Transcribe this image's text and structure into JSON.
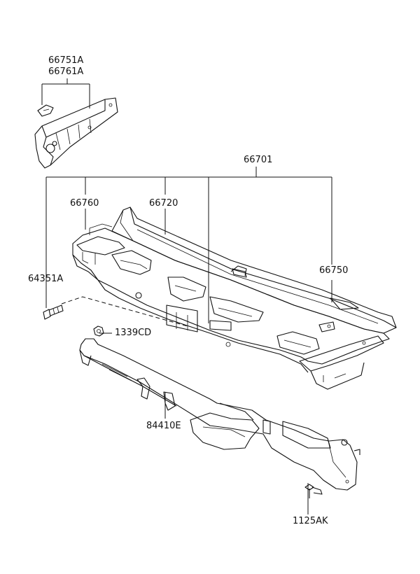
{
  "labels": {
    "bracket_a": "66751A",
    "bracket_b": "66761A",
    "cowl_assy": "66701",
    "cowl_left": "66760",
    "cowl_top": "66720",
    "cowl_right": "66750",
    "bolt": "64351A",
    "nut": "1339CD",
    "crossmember": "84410E",
    "screw": "1125AK"
  }
}
